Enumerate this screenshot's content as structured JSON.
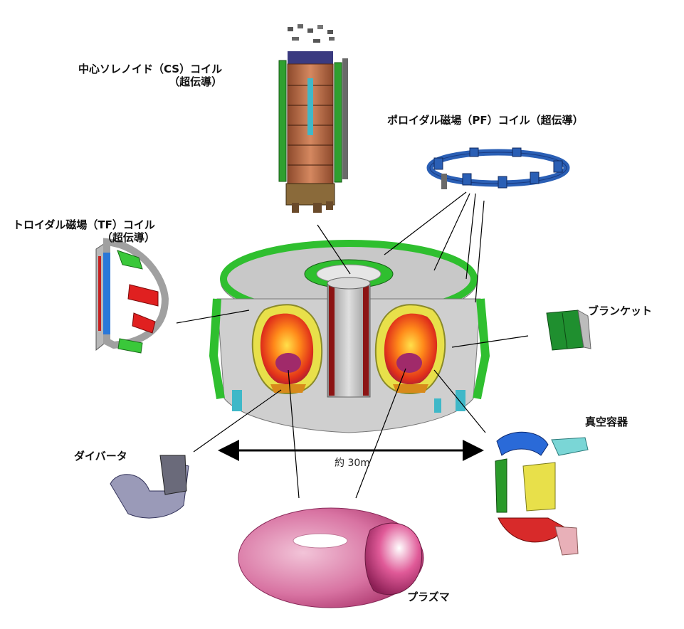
{
  "labels": {
    "cs_coil": {
      "line1": "中心ソレノイド（CS）コイル",
      "line2": "（超伝導）"
    },
    "pf_coil": "ポロイダル磁場（PF）コイル（超伝導）",
    "tf_coil": {
      "line1": "トロイダル磁場（TF）コイル",
      "line2": "（超伝導）"
    },
    "blanket": "ブランケット",
    "vacuum_vessel": "真空容器",
    "divertor": "ダイバータ",
    "plasma": "プラズマ"
  },
  "dimension": {
    "label": "約 30m"
  },
  "colors": {
    "pf_coil": "#2a5fb5",
    "tf_coil_green": "#2fbf2f",
    "cs_copper": "#c8704a",
    "steel": "#b5b5b5",
    "vessel_red": "#b31a1a",
    "plasma_core": "#ff7a1a",
    "plasma_pink": "#c23a78",
    "blanket_green": "#1f8f2f",
    "yellow_vessel": "#e8e04a"
  }
}
